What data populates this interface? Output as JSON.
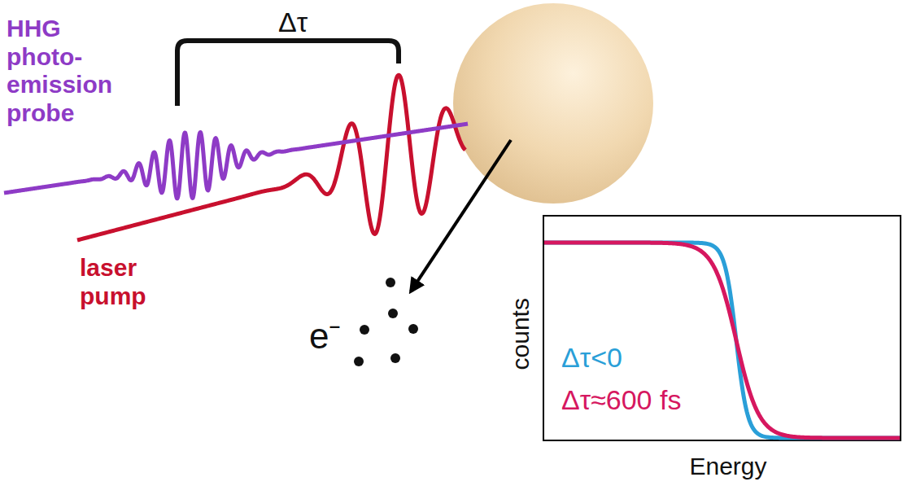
{
  "diagram": {
    "labels": [
      "HHG photo-emission probe",
      "Δτ",
      "laser pump",
      "e⁻",
      "counts",
      "Energy",
      "Δτ<0",
      "Δτ≈600 fs"
    ]
  }
}
